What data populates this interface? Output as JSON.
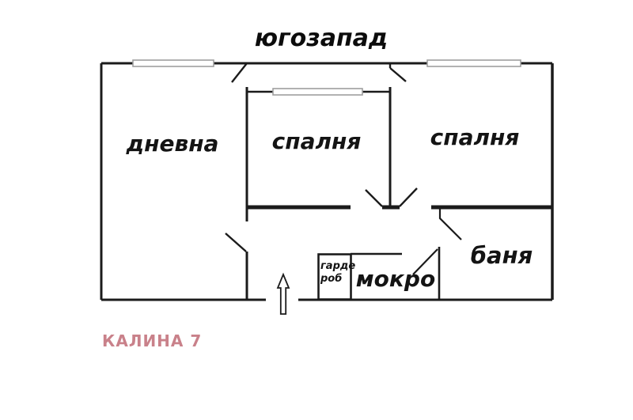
{
  "title": "югозапад",
  "rooms": {
    "living": "дневна",
    "bedroom_middle": "спалня",
    "bedroom_right": "спалня",
    "bathroom": "баня",
    "wet_room": "мокро",
    "wardrobe_line1": "гарде",
    "wardrobe_line2": "роб"
  },
  "footer": {
    "label": "КАЛИНА 7",
    "color": "#c9818a"
  },
  "colors": {
    "wall": "#1b1b1b",
    "window_border": "#9e9e9e",
    "background": "#ffffff"
  }
}
